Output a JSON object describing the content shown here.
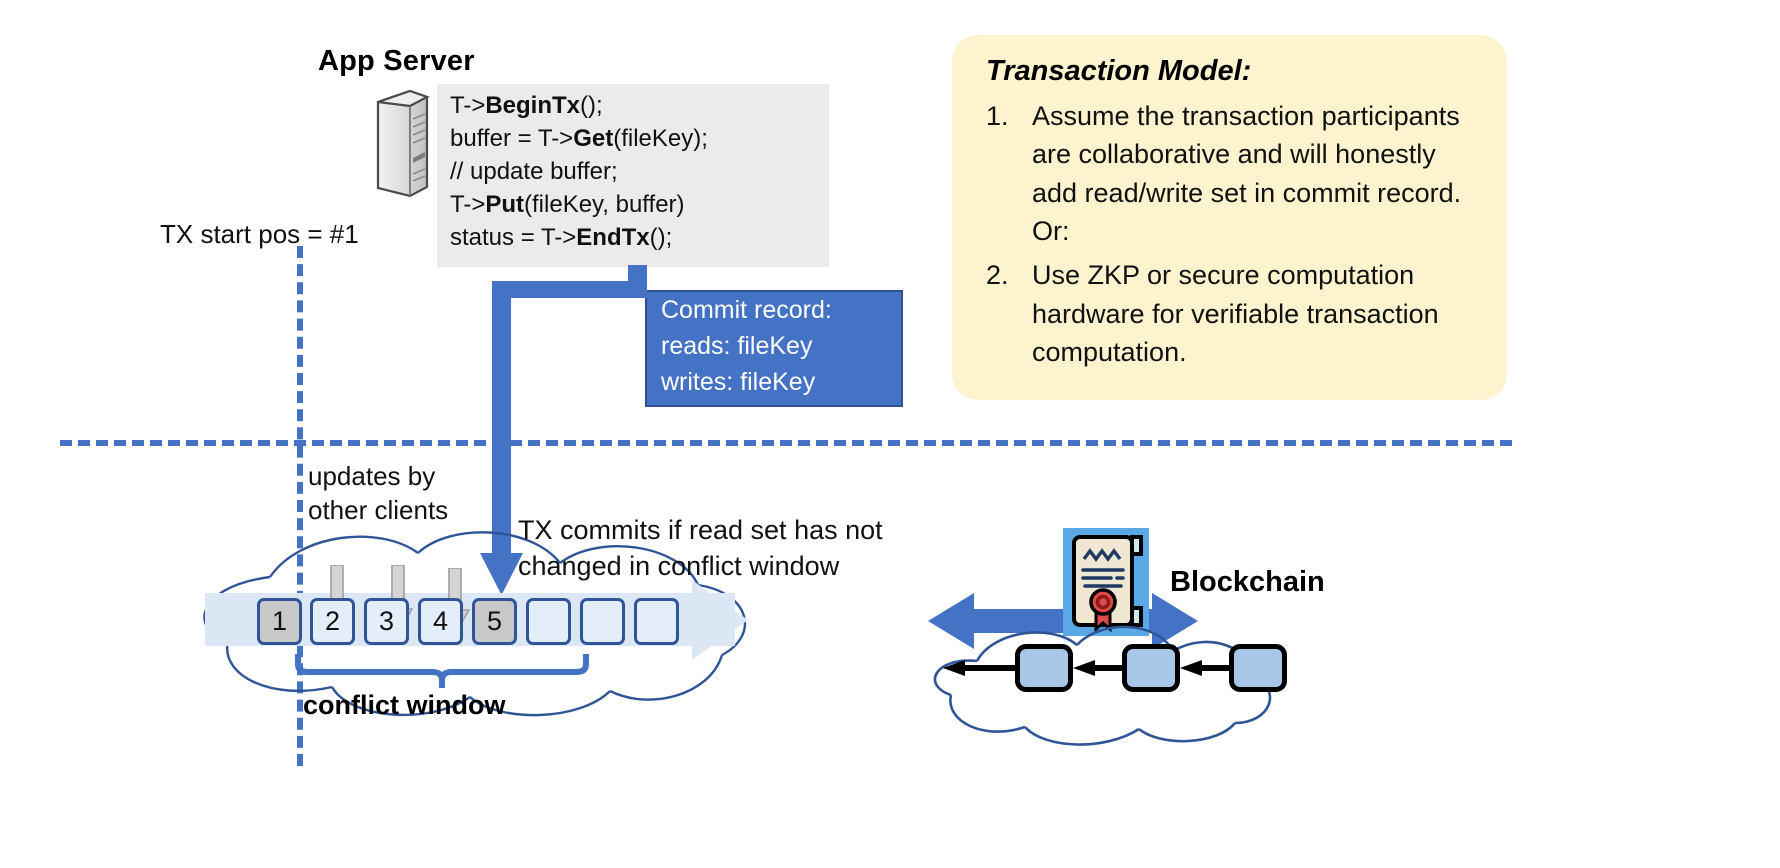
{
  "app_server": {
    "title": "App Server",
    "icon": "server-tower-icon",
    "code_lines": [
      {
        "pre": "T->",
        "bold": "BeginTx",
        "post": "();"
      },
      {
        "pre": "buffer = T->",
        "bold": "Get",
        "post": "(fileKey);"
      },
      {
        "pre": "// update buffer;",
        "bold": "",
        "post": ""
      },
      {
        "pre": "T->",
        "bold": "Put",
        "post": "(fileKey, buffer)"
      },
      {
        "pre": "status = T->",
        "bold": "EndTx",
        "post": "();"
      }
    ]
  },
  "tx_start": {
    "label": "TX start pos = #1"
  },
  "commit_record": {
    "title": "Commit record:",
    "reads": "reads: fileKey",
    "writes": "writes: fileKey"
  },
  "transaction_model": {
    "title": "Transaction Model:",
    "items": [
      {
        "num": "1.",
        "text": "Assume the transaction participants are collaborative and will honestly add read/write set in commit record.  Or:"
      },
      {
        "num": "2.",
        "text": "Use ZKP or secure computation hardware for verifiable transaction computation."
      }
    ]
  },
  "log": {
    "updates_label_line1": "updates by",
    "updates_label_line2": "other clients",
    "commits_label_line1": "TX commits if read set has not",
    "commits_label_line2": "changed in conflict window",
    "conflict_window_label": "conflict window",
    "slots": [
      {
        "value": "1",
        "style": "gray"
      },
      {
        "value": "2",
        "style": "blue"
      },
      {
        "value": "3",
        "style": "blue"
      },
      {
        "value": "4",
        "style": "blue"
      },
      {
        "value": "5",
        "style": "gray"
      },
      {
        "value": "",
        "style": "blue"
      },
      {
        "value": "",
        "style": "blue"
      },
      {
        "value": "",
        "style": "blue"
      }
    ]
  },
  "blockchain": {
    "label": "Blockchain",
    "icon": "certificate-icon",
    "block_count": 3
  },
  "colors": {
    "accent_blue": "#4472c4",
    "dark_blue": "#2f5597",
    "callout_yellow": "#fdf3cf",
    "code_gray": "#ebebeb",
    "slot_blue": "#e4eefa",
    "slot_gray": "#c8c8c8",
    "strip_blue": "#dbe7f5",
    "block_blue": "#a8c6e8",
    "cert_bg": "#5aa9e6"
  }
}
